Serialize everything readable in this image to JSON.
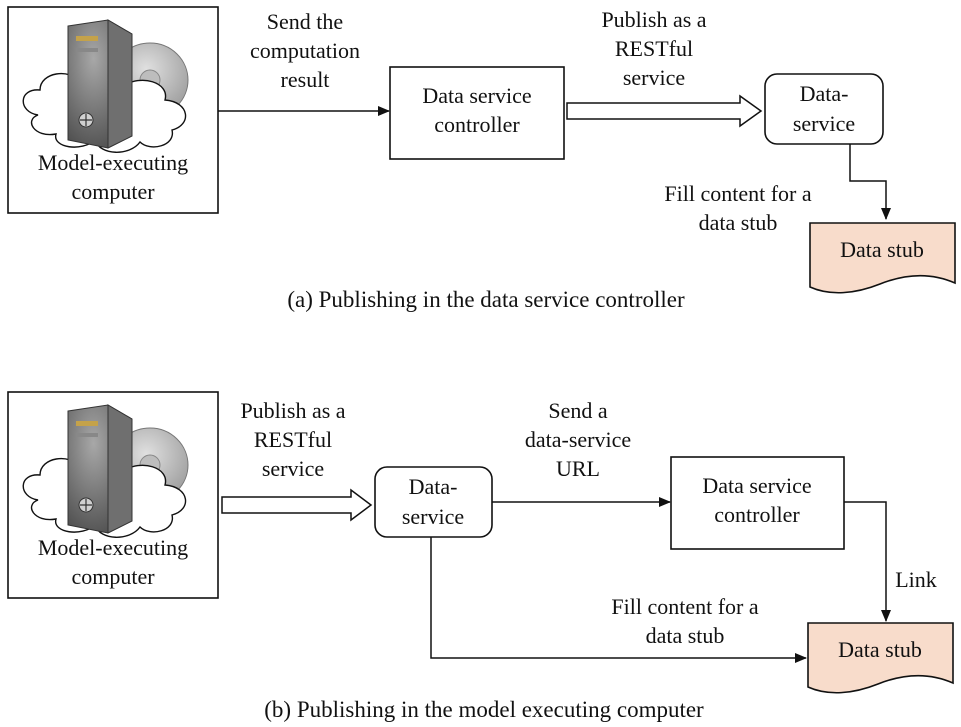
{
  "panel_a": {
    "computer_label": [
      "Model-executing",
      "computer"
    ],
    "send_result_label": [
      "Send the",
      "computation",
      "result"
    ],
    "controller_label": [
      "Data service",
      "controller"
    ],
    "publish_label": [
      "Publish as a",
      "RESTful",
      "service"
    ],
    "data_service_label": [
      "Data-",
      "service"
    ],
    "fill_label": [
      "Fill content for a",
      "data stub"
    ],
    "stub_label": "Data stub",
    "caption": "(a) Publishing in the data service controller"
  },
  "panel_b": {
    "computer_label": [
      "Model-executing",
      "computer"
    ],
    "publish_label": [
      "Publish as a",
      "RESTful",
      "service"
    ],
    "data_service_label": [
      "Data-",
      "service"
    ],
    "send_url_label": [
      "Send a",
      "data-service",
      "URL"
    ],
    "controller_label": [
      "Data service",
      "controller"
    ],
    "link_label": "Link",
    "fill_label": [
      "Fill content for a",
      "data stub"
    ],
    "stub_label": "Data stub",
    "caption": "(b) Publishing in the model executing computer"
  },
  "colors": {
    "stub_fill": "#f8dccb",
    "line": "#111111",
    "background": "#ffffff"
  }
}
